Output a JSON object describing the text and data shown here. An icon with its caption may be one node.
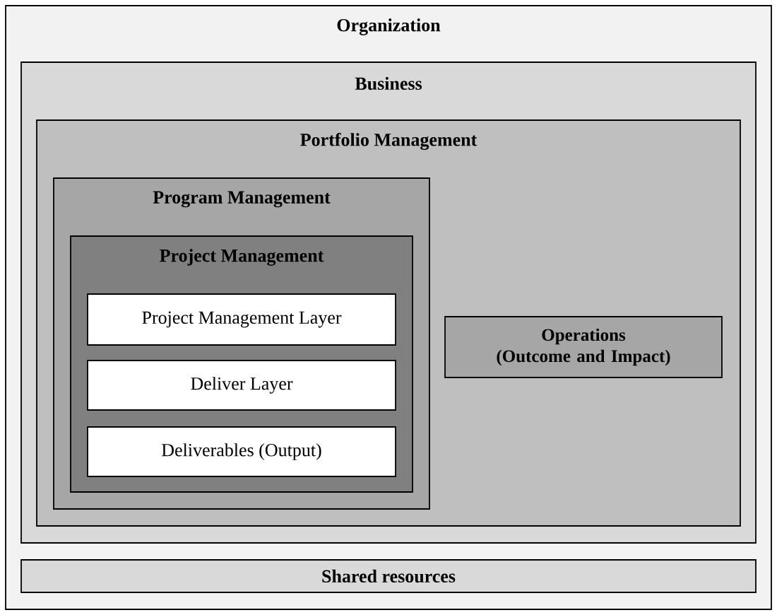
{
  "diagram": {
    "nodes": [
      {
        "text": [
          "Organization"
        ]
      },
      {
        "text": [
          "Business"
        ],
        "in": 0
      },
      {
        "text": [
          "Portfolio Management"
        ],
        "in": 1
      },
      {
        "text": [
          "Program Management"
        ],
        "in": 2
      },
      {
        "text": [
          "Project Management"
        ],
        "in": 3
      },
      {
        "text": [
          "Project Management Layer"
        ],
        "in": 4
      },
      {
        "text": [
          "Deliver Layer"
        ],
        "in": 4
      },
      {
        "text": [
          "Deliverables (Output)"
        ],
        "in": 4
      },
      {
        "text": [
          "Operations (Outcome and Impact)"
        ],
        "in": 2
      },
      {
        "text": [
          "Shared resources"
        ],
        "in": 0
      }
    ],
    "edges": []
  }
}
